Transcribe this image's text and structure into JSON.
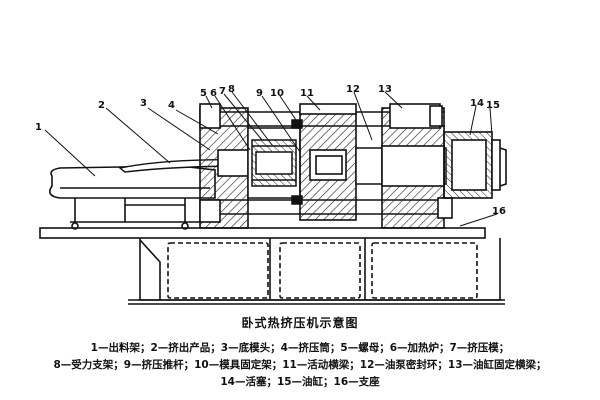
{
  "diagram": {
    "title": "卧式热挤压机示意图",
    "part_numbers": [
      "1",
      "2",
      "3",
      "4",
      "5",
      "6",
      "7",
      "8",
      "9",
      "10",
      "11",
      "12",
      "13",
      "14",
      "15",
      "16"
    ],
    "legend_lines": [
      "1—出料架；2—挤出产品；3—底模头；4—挤压筒；5—螺母；6—加热炉；7—挤压模；",
      "8—受力支架；9—挤压推杆；10—模具固定架；11—活动横梁；12—油泵密封环；13—油缸固定横梁；",
      "14—活塞；15—油缸；16—支座"
    ]
  }
}
